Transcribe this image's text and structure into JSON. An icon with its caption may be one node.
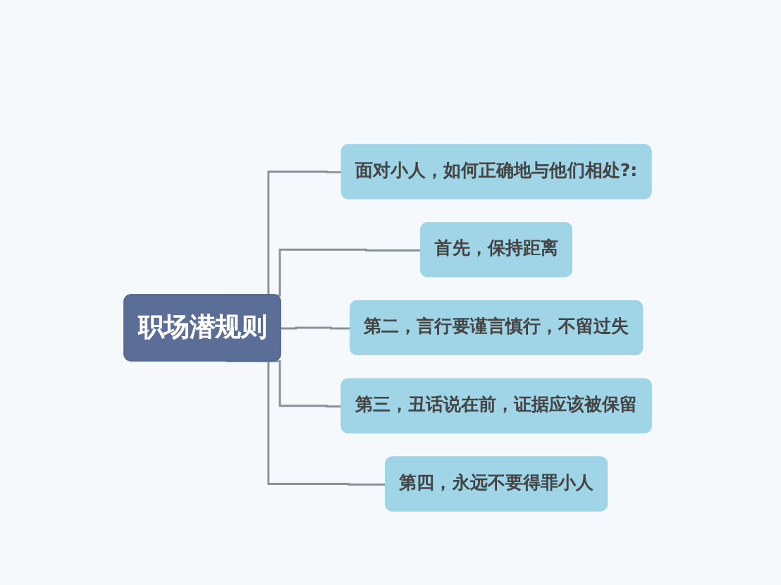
{
  "diagram": {
    "nodes": [
      {
        "text": [
          "职场潜规则"
        ]
      },
      {
        "text": [
          "面对小人，如何正确地与他们相处?:"
        ]
      },
      {
        "text": [
          "首先，保持距离"
        ]
      },
      {
        "text": [
          "第二，言行要谨言慎行，不留过失"
        ]
      },
      {
        "text": [
          "第三，丑话说在前，证据应该被保留"
        ]
      },
      {
        "text": [
          "第四，永远不要得罪小人"
        ]
      }
    ],
    "edges": [
      {
        "from": 0,
        "to": 1,
        "arrow": "none"
      },
      {
        "from": 0,
        "to": 2,
        "arrow": "none"
      },
      {
        "from": 0,
        "to": 3,
        "arrow": "none"
      },
      {
        "from": 0,
        "to": 4,
        "arrow": "none"
      },
      {
        "from": 0,
        "to": 5,
        "arrow": "none"
      }
    ]
  }
}
